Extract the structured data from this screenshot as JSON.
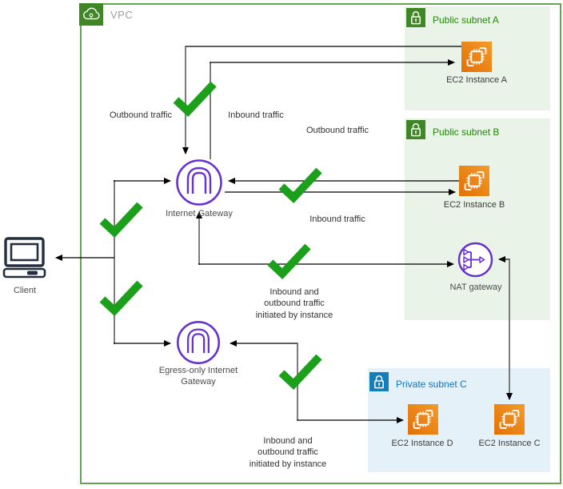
{
  "vpc": {
    "label": "VPC"
  },
  "subnets": [
    {
      "label": "Public subnet A",
      "type": "public"
    },
    {
      "label": "Public subnet B",
      "type": "public"
    },
    {
      "label": "Private subnet C",
      "type": "private"
    }
  ],
  "nodes": {
    "client": {
      "label": "Client"
    },
    "internet_gateway": {
      "label": "Internet Gateway"
    },
    "egress_only_internet_gateway": {
      "label": "Egress-only Internet Gateway"
    },
    "nat_gateway": {
      "label": "NAT gateway"
    },
    "ec2_instance_a": {
      "label": "EC2 Instance A"
    },
    "ec2_instance_b": {
      "label": "EC2 Instance B"
    },
    "ec2_instance_c": {
      "label": "EC2 Instance C"
    },
    "ec2_instance_d": {
      "label": "EC2 Instance D"
    }
  },
  "edge_labels": {
    "top_outbound": "Outbound traffic",
    "top_inbound": "Inbound traffic",
    "mid_outbound": "Outbound traffic",
    "mid_inbound": "Inbound traffic",
    "nat_initiated": "Inbound and outbound traffic initiated by instance",
    "egress_initiated": "Inbound and outbound traffic initiated by instance"
  },
  "colors": {
    "vpc_border": "#66A355",
    "public_subnet_fill": "#E9F3E8",
    "private_subnet_fill": "#E5F1F9",
    "public_subnet_icon": "#3F8624",
    "private_subnet_icon": "#147EBA",
    "public_subnet_text": "#1E8900",
    "private_subnet_text": "#1273BA",
    "gateway_purple": "#6633CC",
    "ec2_orange_dark": "#E27006",
    "ec2_orange_light": "#F49B2B",
    "checkmark_green": "#1CA01C",
    "client_navy": "#232F3E",
    "connector_gray": "#666666",
    "connector_black": "#000000"
  }
}
